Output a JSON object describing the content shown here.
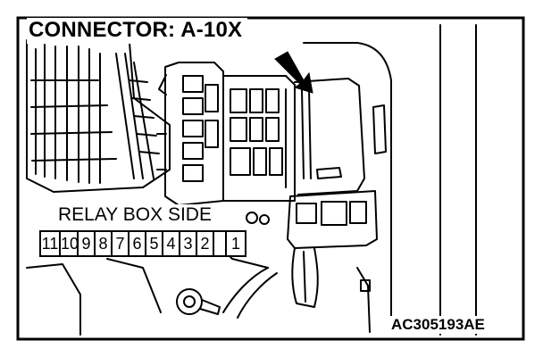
{
  "diagram": {
    "title": "CONNECTOR: A-10X",
    "side_label": "RELAY BOX SIDE",
    "figure_code": "AC305193AE",
    "pins_left": [
      "11",
      "10",
      "9",
      "8",
      "7",
      "6",
      "5",
      "4",
      "3",
      "2"
    ],
    "pin_right": "1"
  },
  "colors": {
    "ink": "#000000",
    "paper": "#ffffff"
  }
}
